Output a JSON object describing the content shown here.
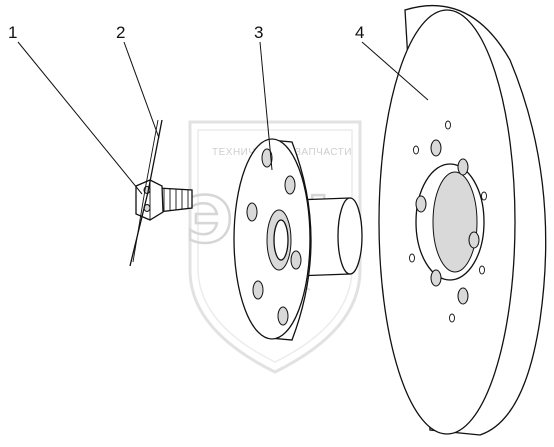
{
  "watermark": {
    "caption": "ТЕХНИЧЕСКИЕ ЗАПЧАСТИ",
    "letters": "ЭПФ"
  },
  "callouts": [
    {
      "label": "1"
    },
    {
      "label": "2"
    },
    {
      "label": "3"
    },
    {
      "label": "4"
    }
  ]
}
